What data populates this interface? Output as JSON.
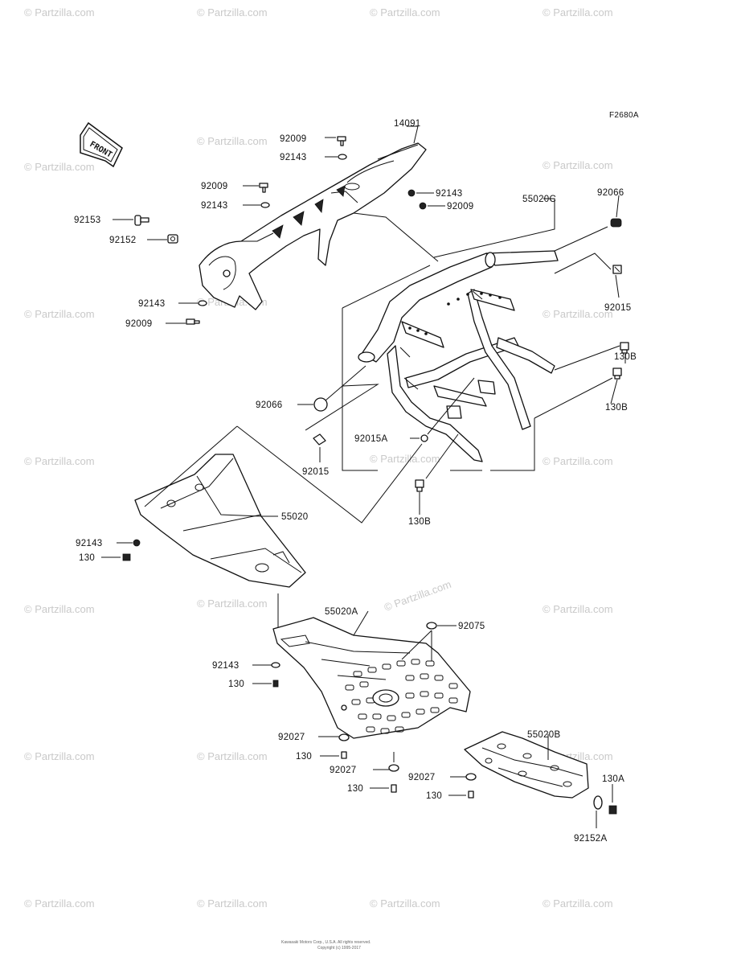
{
  "figure_code": "F2680A",
  "front_label": "FRONT",
  "watermark": "© Partzilla.com",
  "watermark_center": "Partzilla.com",
  "footer": {
    "line1": "Kawasaki Motors Corp., U.S.A. All rights reserved.",
    "line2": "Copyright (c) 1995-2017"
  },
  "callouts": [
    {
      "id": "c1",
      "text": "14091"
    },
    {
      "id": "c2",
      "text": "92009"
    },
    {
      "id": "c3",
      "text": "92143"
    },
    {
      "id": "c4",
      "text": "92009"
    },
    {
      "id": "c5",
      "text": "92143"
    },
    {
      "id": "c6",
      "text": "92143"
    },
    {
      "id": "c7",
      "text": "92009"
    },
    {
      "id": "c8",
      "text": "92153"
    },
    {
      "id": "c9",
      "text": "92152"
    },
    {
      "id": "c10",
      "text": "92143"
    },
    {
      "id": "c11",
      "text": "92009"
    },
    {
      "id": "c12",
      "text": "55020C"
    },
    {
      "id": "c13",
      "text": "92066"
    },
    {
      "id": "c14",
      "text": "92015"
    },
    {
      "id": "c15",
      "text": "130B"
    },
    {
      "id": "c16",
      "text": "130B"
    },
    {
      "id": "c17",
      "text": "92066"
    },
    {
      "id": "c18",
      "text": "92015A"
    },
    {
      "id": "c19",
      "text": "92015"
    },
    {
      "id": "c20",
      "text": "130B"
    },
    {
      "id": "c21",
      "text": "55020"
    },
    {
      "id": "c22",
      "text": "92143"
    },
    {
      "id": "c23",
      "text": "130"
    },
    {
      "id": "c24",
      "text": "55020A"
    },
    {
      "id": "c25",
      "text": "92075"
    },
    {
      "id": "c26",
      "text": "92143"
    },
    {
      "id": "c27",
      "text": "130"
    },
    {
      "id": "c28",
      "text": "92027"
    },
    {
      "id": "c29",
      "text": "130"
    },
    {
      "id": "c30",
      "text": "92027"
    },
    {
      "id": "c31",
      "text": "130"
    },
    {
      "id": "c32",
      "text": "55020B"
    },
    {
      "id": "c33",
      "text": "92027"
    },
    {
      "id": "c34",
      "text": "130"
    },
    {
      "id": "c35",
      "text": "130A"
    },
    {
      "id": "c36",
      "text": "92152A"
    }
  ]
}
